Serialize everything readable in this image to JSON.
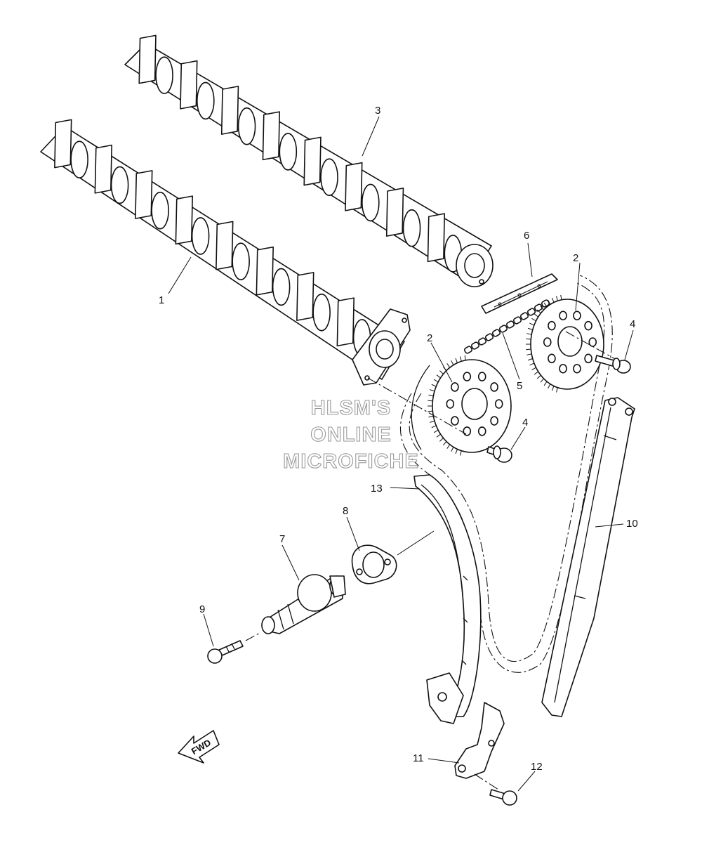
{
  "watermark": {
    "line1": "HLSM'S",
    "line2": "ONLINE",
    "line3": "MICROFICHE"
  },
  "direction_badge": "FWD",
  "callouts": [
    {
      "key": "c1",
      "text": "1"
    },
    {
      "key": "c2a",
      "text": "2"
    },
    {
      "key": "c2b",
      "text": "2"
    },
    {
      "key": "c3",
      "text": "3"
    },
    {
      "key": "c4a",
      "text": "4"
    },
    {
      "key": "c4b",
      "text": "4"
    },
    {
      "key": "c5",
      "text": "5"
    },
    {
      "key": "c6",
      "text": "6"
    },
    {
      "key": "c7",
      "text": "7"
    },
    {
      "key": "c8",
      "text": "8"
    },
    {
      "key": "c9",
      "text": "9"
    },
    {
      "key": "c10",
      "text": "10"
    },
    {
      "key": "c11",
      "text": "11"
    },
    {
      "key": "c12",
      "text": "12"
    },
    {
      "key": "c13",
      "text": "13"
    }
  ]
}
